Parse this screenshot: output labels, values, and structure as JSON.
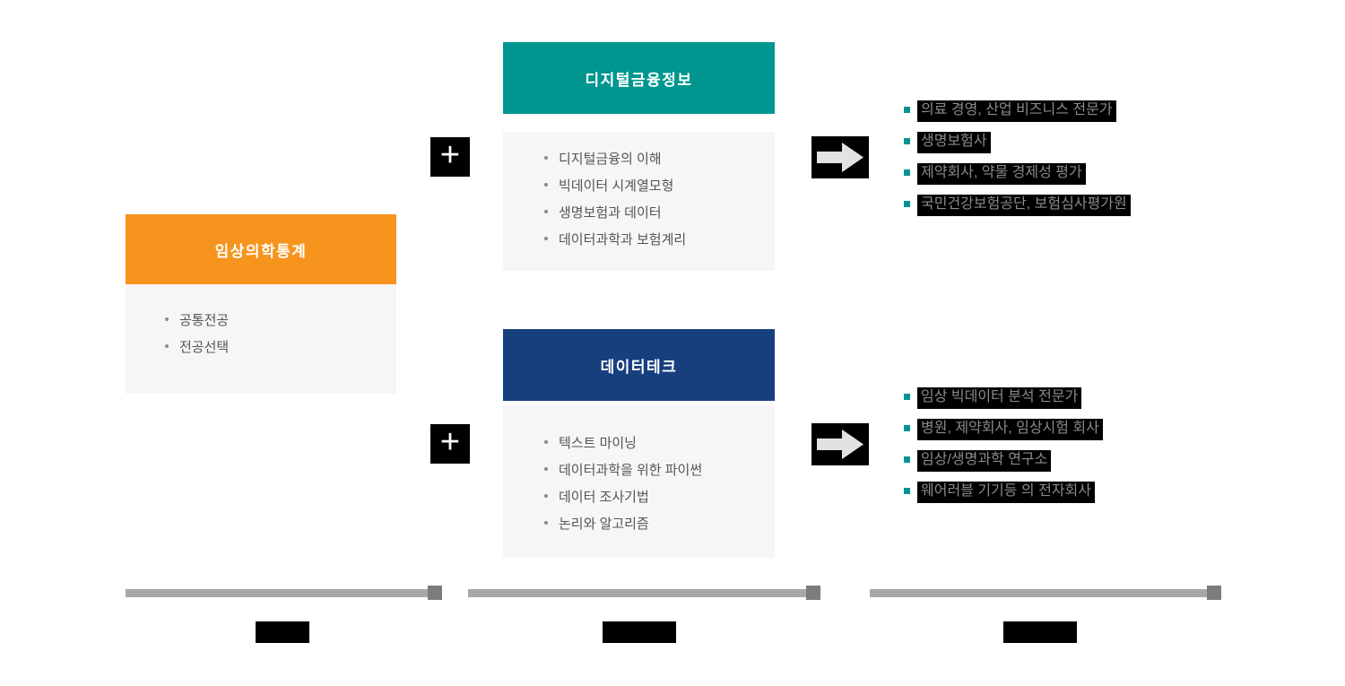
{
  "major": {
    "title": "임상의학통계",
    "items": [
      "공통전공",
      "전공선택"
    ]
  },
  "track1": {
    "title": "디지털금융정보",
    "courses": [
      "디지털금융의 이해",
      "빅데이터 시계열모형",
      "생명보험과 데이터",
      "데이터과학과 보험계리"
    ],
    "careers": [
      "의료 경영, 산업 비즈니스 전문가",
      "생명보험사",
      "제약회사, 약물 경제성 평가",
      "국민건강보험공단, 보험심사평가원"
    ]
  },
  "track2": {
    "title": "데이터테크",
    "courses": [
      "텍스트 마이닝",
      "데이터과학을 위한 파이썬",
      "데이터 조사기법",
      "논리와 알고리즘"
    ],
    "careers": [
      "임상 빅데이터 분석 전문가",
      "병원, 제약회사, 임상시험 회사",
      "임상/생명과학 연구소",
      "웨어러블 기기등 의 전자회사"
    ]
  },
  "icons": {
    "plus_glyph": "+",
    "arrow_name": "arrow-right-icon",
    "bullet_dot_name": "bullet-dot-icon",
    "bullet_square_name": "bullet-square-icon"
  },
  "colors": {
    "orange": "#f7941e",
    "teal": "#00968f",
    "navy": "#173f7e",
    "body_gray": "#f6f6f6",
    "career_highlight": "#000000",
    "career_text": "#8a8a8a",
    "bar_gray": "#a8a8a8",
    "bar_end_gray": "#7c7c7c"
  }
}
